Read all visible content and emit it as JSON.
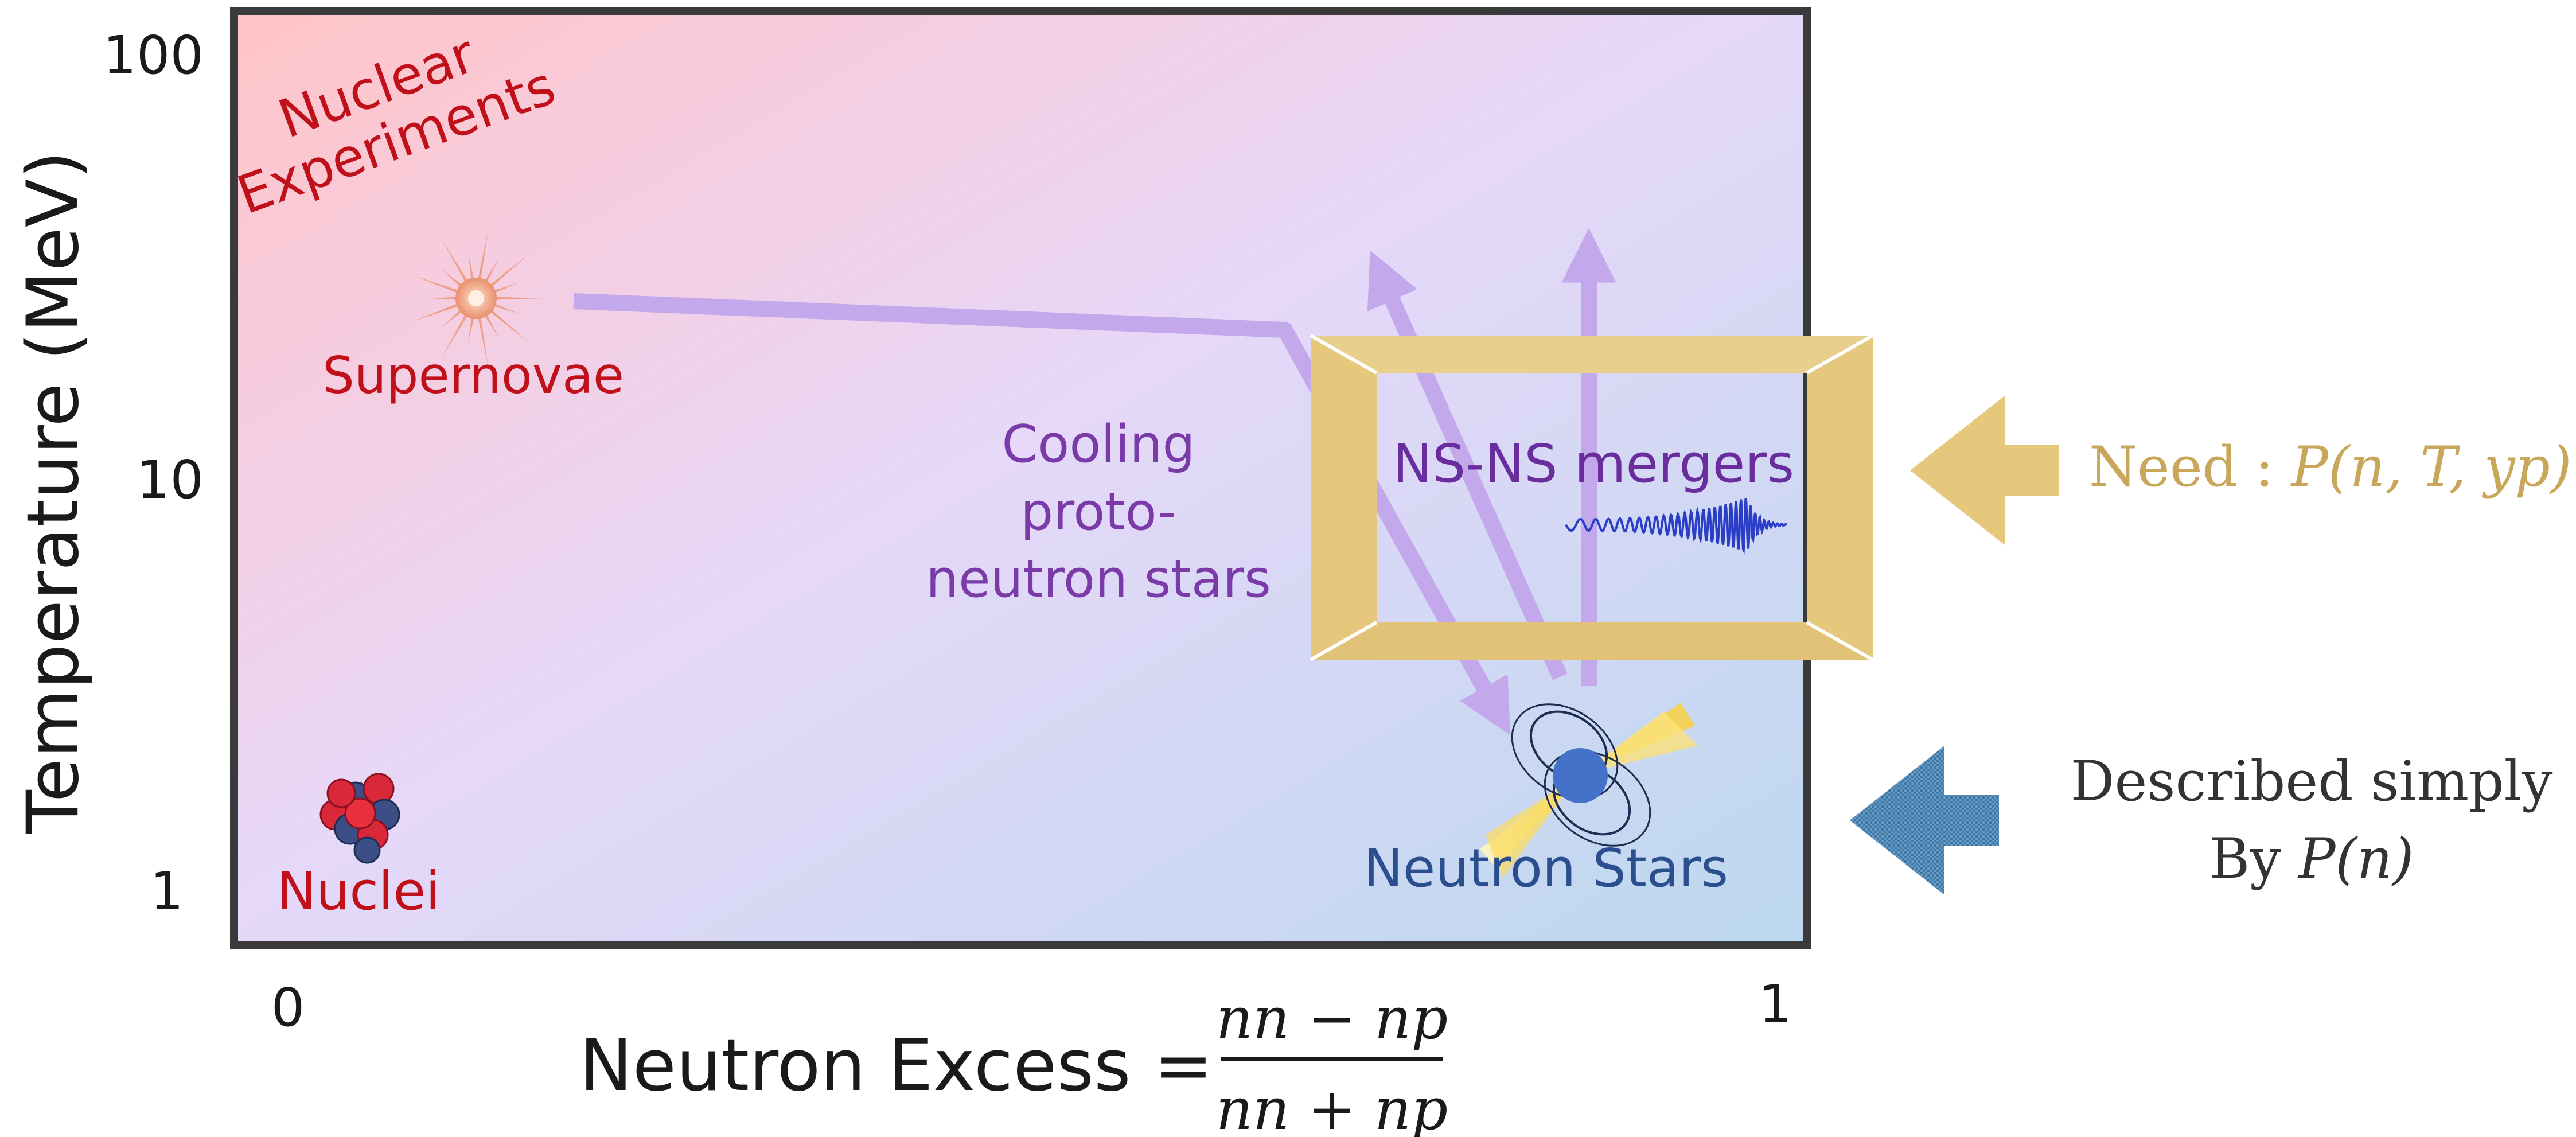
{
  "axes": {
    "y_label": "Temperature (MeV)",
    "y_ticks": [
      "100",
      "10",
      "1"
    ],
    "x_ticks": [
      "0",
      "1"
    ],
    "x_label_prefix": "Neutron Excess =",
    "x_formula_numerator": "nn − np",
    "x_formula_denominator": "nn + np"
  },
  "regions": {
    "nuclear_experiments_line1": "Nuclear",
    "nuclear_experiments_line2": "Experiments",
    "supernovae": "Supernovae",
    "nuclei": "Nuclei",
    "cooling_line1": "Cooling",
    "cooling_line2": "proto-",
    "cooling_line3": "neutron stars",
    "mergers": "NS-NS mergers",
    "neutron_stars": "Neutron Stars"
  },
  "annotations": {
    "need_prefix": "Need : ",
    "need_formula": "P(n, T, yp)",
    "described_line1": "Described simply",
    "described_line2_prefix": "By ",
    "described_formula": "P(n)"
  },
  "colors": {
    "region_text": "#c0101a",
    "cooling_text": "#7a3aa8",
    "mergers_text": "#6a2d9e",
    "neutron_stars_text": "#2a4e8e",
    "need_text": "#c9a75a",
    "gold_frame": "#e6c87c",
    "arrow_lilac": "#c4a8ec",
    "blue_arrow": "#3a78a8",
    "axis_text": "#1a1a1a"
  },
  "icons": [
    "supernova-icon",
    "nucleus-icon",
    "neutron-star-icon",
    "gravitational-wave-icon"
  ]
}
